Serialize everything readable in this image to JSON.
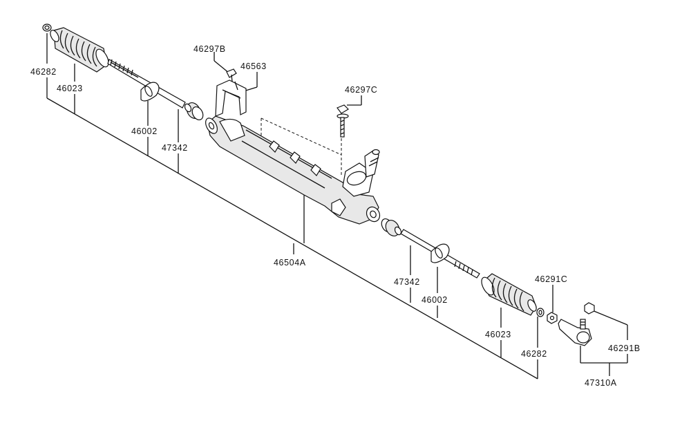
{
  "labels": {
    "p46282_left": "46282",
    "p46023_left": "46023",
    "p46002_left": "46002",
    "p47342_left": "47342",
    "p46297b": "46297B",
    "p46563": "46563",
    "p46297c": "46297C",
    "p46504a": "46504A",
    "p47342_right": "47342",
    "p46002_right": "46002",
    "p46023_right": "46023",
    "p46282_right": "46282",
    "p46291c": "46291C",
    "p46291b": "46291B",
    "p47310a": "47310A"
  }
}
